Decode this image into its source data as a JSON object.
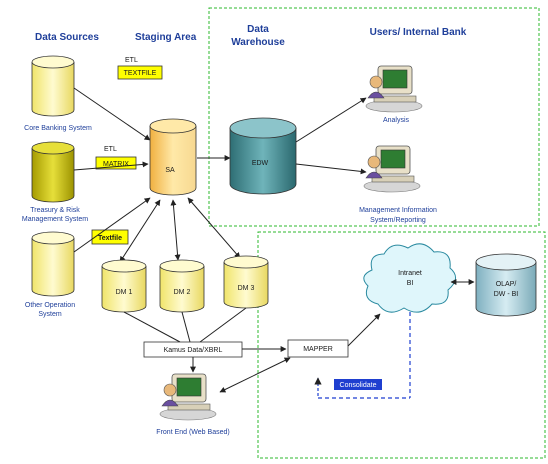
{
  "headers": {
    "data_sources": "Data Sources",
    "staging_area": "Staging Area",
    "data_warehouse_line1": "Data",
    "data_warehouse_line2": "Warehouse",
    "users": "Users/ Internal Bank"
  },
  "sources": {
    "core_banking": "Core Banking System",
    "treasury_line1": "Treasury & Risk",
    "treasury_line2": "Management System",
    "other_line1": "Other Operation",
    "other_line2": "System"
  },
  "etl": {
    "label_1": "ETL",
    "label_2": "ETL",
    "textfile_1": "TEXTFILE",
    "textfile_2": "MATRIX",
    "textfile_3": "Textfile"
  },
  "nodes": {
    "sa": "SA",
    "edw": "EDW",
    "dm1": "DM 1",
    "dm2": "DM 2",
    "dm3": "DM 3",
    "kamus": "Kamus Data/XBRL",
    "mapper": "MAPPER",
    "intranet_bi_line1": "Intranet",
    "intranet_bi_line2": "BI",
    "olap_line1": "OLAP/",
    "olap_line2": "DW - BI",
    "consolidation": "Consolidate"
  },
  "users": {
    "analysis": "Analysis",
    "mis_line1": "Management Information",
    "mis_line2": "System/Reporting",
    "front_end": "Front End (Web Based)"
  },
  "colors": {
    "yellow_fill": "#fcf6a0",
    "olive_fill": "#c8c000",
    "teal_fill": "#3e8e94",
    "header_blue": "#1f3f9a",
    "green_dash": "#2eb82e",
    "blue_dash": "#1f3fd0"
  }
}
